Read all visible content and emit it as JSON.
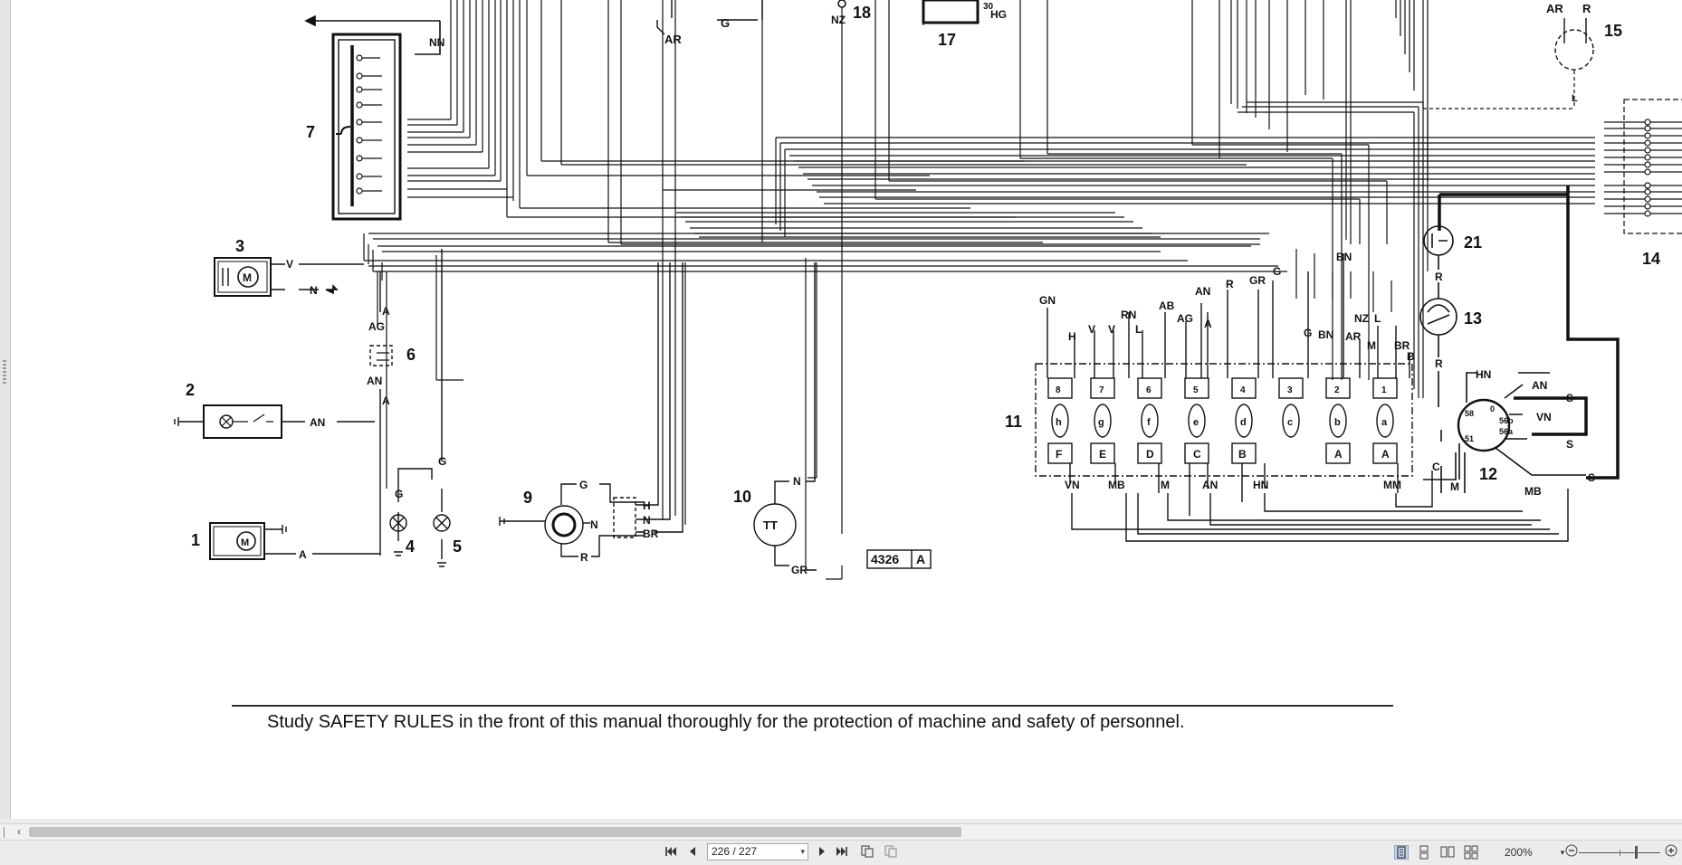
{
  "diagram": {
    "figure_code": "4326",
    "figure_code_suffix": "A",
    "safety_notice": "Study SAFETY RULES in the front of this manual thoroughly for the protection of machine and safety of personnel.",
    "component_numbers": [
      "1",
      "2",
      "3",
      "4",
      "5",
      "6",
      "7",
      "9",
      "10",
      "11",
      "12",
      "13",
      "14",
      "15",
      "17",
      "18",
      "21"
    ],
    "wire_labels": [
      "NN",
      "AR",
      "G",
      "NZ",
      "HG",
      "30",
      "V",
      "N",
      "A",
      "AG",
      "AN",
      "R",
      "BR",
      "GR",
      "TT",
      "H",
      "GN",
      "RN",
      "L",
      "AB",
      "BN",
      "M",
      "C",
      "HN",
      "VN",
      "MB",
      "S",
      "F",
      "E",
      "D",
      "B",
      "58",
      "51",
      "56b",
      "56a",
      "0",
      "h",
      "g",
      "f",
      "e",
      "d",
      "c",
      "b",
      "a",
      "8",
      "7",
      "6",
      "5",
      "4",
      "3",
      "2",
      "1"
    ]
  },
  "toolbar": {
    "page_display": "226 / 227",
    "zoom": "200%",
    "first_page_icon": "first-page-icon",
    "prev_page_icon": "prev-page-icon",
    "next_page_icon": "next-page-icon",
    "last_page_icon": "last-page-icon"
  }
}
